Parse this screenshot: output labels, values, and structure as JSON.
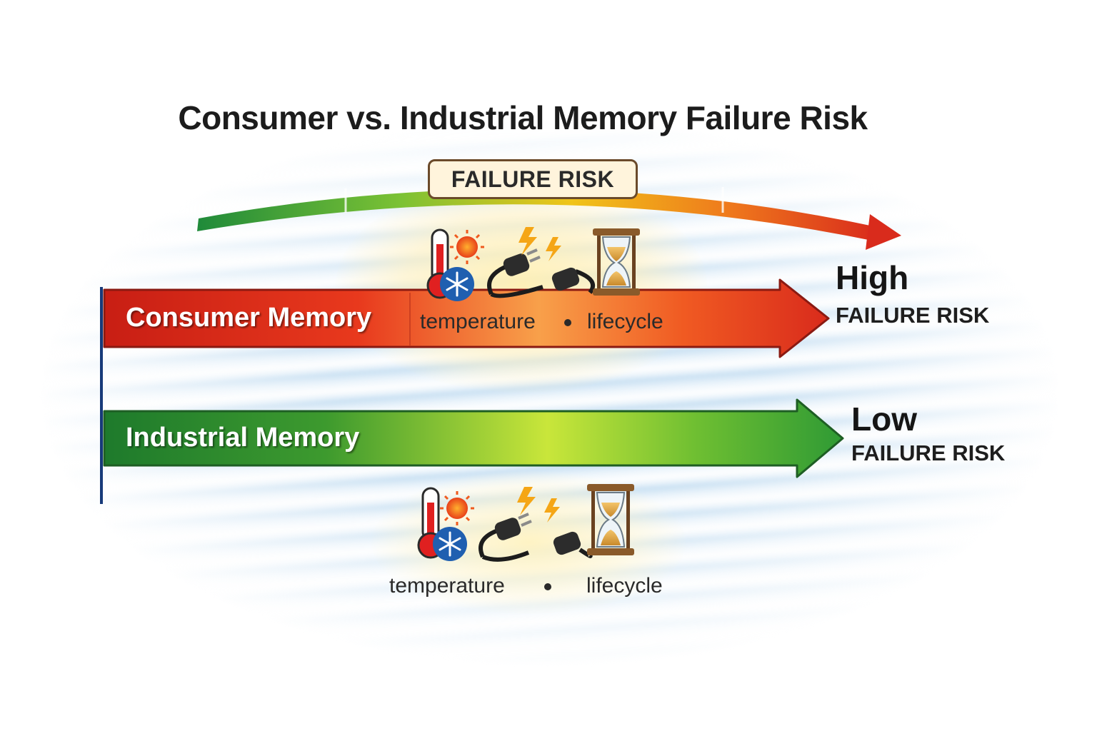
{
  "title": "Consumer vs. Industrial Memory Failure Risk",
  "scale": {
    "label": "FAILURE RISK",
    "colors": [
      "#1f8a3a",
      "#7cc234",
      "#f0c419",
      "#e03a1e"
    ]
  },
  "consumer": {
    "label": "Consumer Memory",
    "factor_left": "temperature",
    "factor_right": "lifecycle",
    "risk_level": "High",
    "risk_text": "FAILURE RISK",
    "color": "#d92b1c"
  },
  "industrial": {
    "label": "Industrial Memory",
    "factor_left": "temperature",
    "factor_right": "lifecycle",
    "risk_level": "Low",
    "risk_text": "FAILURE RISK",
    "color": "#2a8a2e"
  },
  "icons": [
    "thermometer-icon",
    "sun-icon",
    "snowflake-icon",
    "power-plug-icon",
    "lightning-icon",
    "hourglass-icon"
  ]
}
